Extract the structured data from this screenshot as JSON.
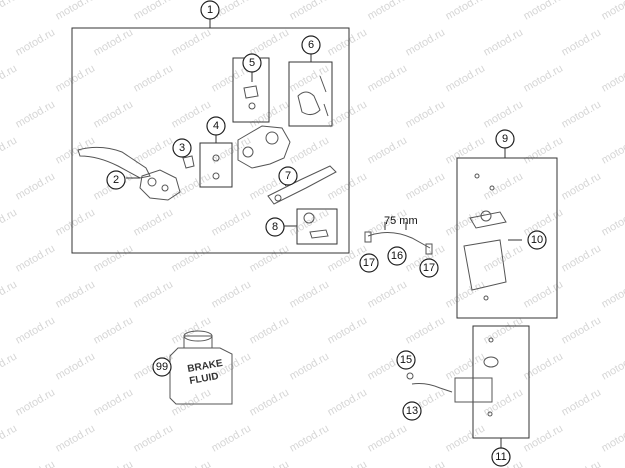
{
  "watermark": "motod.ru",
  "callouts": [
    "1",
    "2",
    "3",
    "4",
    "5",
    "6",
    "7",
    "8",
    "9",
    "10",
    "11",
    "13",
    "15",
    "16",
    "17",
    "17",
    "99"
  ],
  "dimension_label": "75 mm",
  "bottle_label": [
    "BRAKE",
    "FLUID"
  ],
  "colors": {
    "line": "#333333",
    "watermark": "#d6d6d6",
    "background": "#ffffff"
  }
}
